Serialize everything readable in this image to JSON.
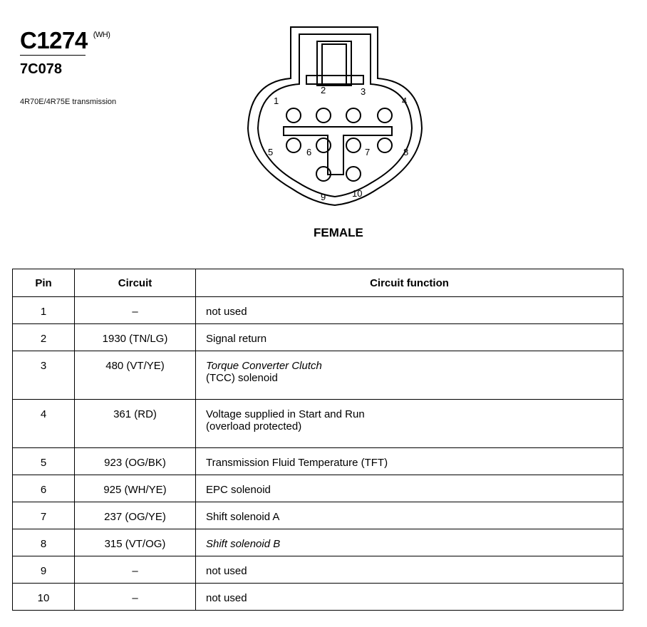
{
  "header": {
    "connector": "C1274",
    "color": "(WH)",
    "part_number": "7C078",
    "transmission": "4R70E/4R75E transmission"
  },
  "diagram": {
    "gender": "FEMALE",
    "pin_labels": [
      "1",
      "2",
      "3",
      "4",
      "5",
      "6",
      "7",
      "8",
      "9",
      "10"
    ]
  },
  "table": {
    "headers": {
      "pin": "Pin",
      "circuit": "Circuit",
      "function": "Circuit function"
    },
    "rows": [
      {
        "pin": "1",
        "circuit": "–",
        "line1": "not used",
        "line2": ""
      },
      {
        "pin": "2",
        "circuit": "1930 (TN/LG)",
        "line1": "Signal return",
        "line2": ""
      },
      {
        "pin": "3",
        "circuit": "480 (VT/YE)",
        "line1": "Torque Converter Clutch",
        "line2": "(TCC) solenoid"
      },
      {
        "pin": "4",
        "circuit": "361 (RD)",
        "line1": "Voltage supplied in Start and Run",
        "line2": "(overload protected)"
      },
      {
        "pin": "5",
        "circuit": "923 (OG/BK)",
        "line1": "Transmission Fluid Temperature (TFT)",
        "line2": ""
      },
      {
        "pin": "6",
        "circuit": "925 (WH/YE)",
        "line1": "EPC solenoid",
        "line2": ""
      },
      {
        "pin": "7",
        "circuit": "237 (OG/YE)",
        "line1": "Shift solenoid A",
        "line2": ""
      },
      {
        "pin": "8",
        "circuit": "315 (VT/OG)",
        "line1": "Shift solenoid B",
        "line2": ""
      },
      {
        "pin": "9",
        "circuit": "–",
        "line1": "not used",
        "line2": ""
      },
      {
        "pin": "10",
        "circuit": "–",
        "line1": "not used",
        "line2": ""
      }
    ]
  }
}
